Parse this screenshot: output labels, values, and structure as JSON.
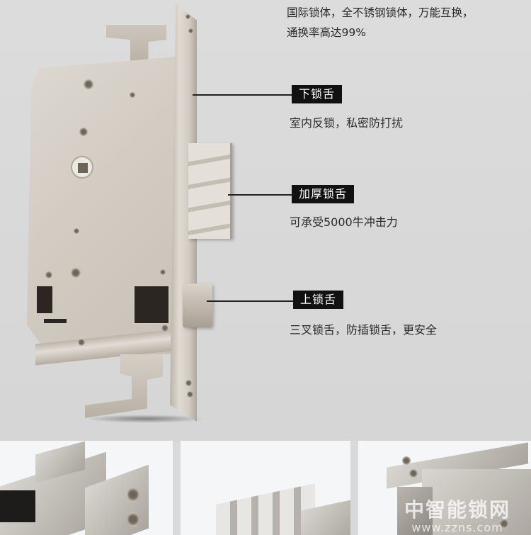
{
  "intro": {
    "line1": "国际锁体，全不锈钢锁体，万能互换，",
    "line2": "通换率高达99%"
  },
  "callouts": [
    {
      "tag": "下锁舌",
      "desc": "室内反锁，私密防打扰"
    },
    {
      "tag": "加厚锁舌",
      "desc": "可承受5000牛冲击力"
    },
    {
      "tag": "上锁舌",
      "desc": "三叉锁舌，防插锁舌，更安全"
    }
  ],
  "colors": {
    "background": "#d9d9d9",
    "tag_background": "#111111",
    "tag_text": "#ffffff",
    "body_text": "#2a2a2a",
    "thumbnail_background": "#f5f6f8"
  },
  "thumbnails": [
    {
      "subject": "latch-bolt-closeup"
    },
    {
      "subject": "thickened-deadbolt-closeup"
    },
    {
      "subject": "faceplate-hook-closeup"
    }
  ],
  "watermark": {
    "cn": "中智能锁网",
    "url": "www.zzns.com"
  }
}
